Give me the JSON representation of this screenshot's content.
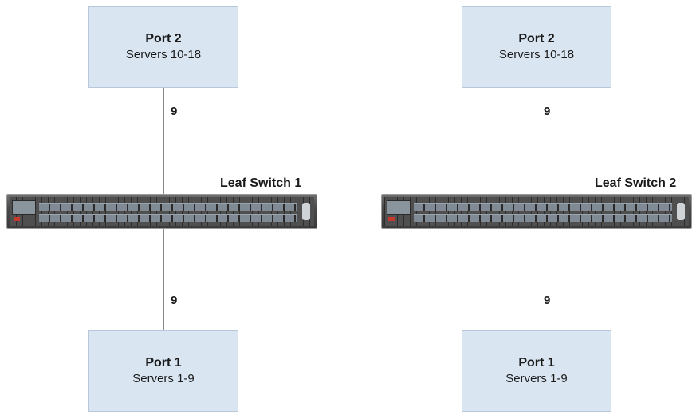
{
  "left": {
    "top_box": {
      "title": "Port 2",
      "subtitle": "Servers 10-18"
    },
    "upper_link_count": "9",
    "switch_label": "Leaf Switch 1",
    "lower_link_count": "9",
    "bottom_box": {
      "title": "Port 1",
      "subtitle": "Servers 1-9"
    }
  },
  "right": {
    "top_box": {
      "title": "Port 2",
      "subtitle": "Servers 10-18"
    },
    "upper_link_count": "9",
    "switch_label": "Leaf Switch 2",
    "lower_link_count": "9",
    "bottom_box": {
      "title": "Port 1",
      "subtitle": "Servers 1-9"
    }
  },
  "colors": {
    "box_fill": "#d9e5f1",
    "box_border": "#b7c8da",
    "link": "#8a8a8a"
  }
}
